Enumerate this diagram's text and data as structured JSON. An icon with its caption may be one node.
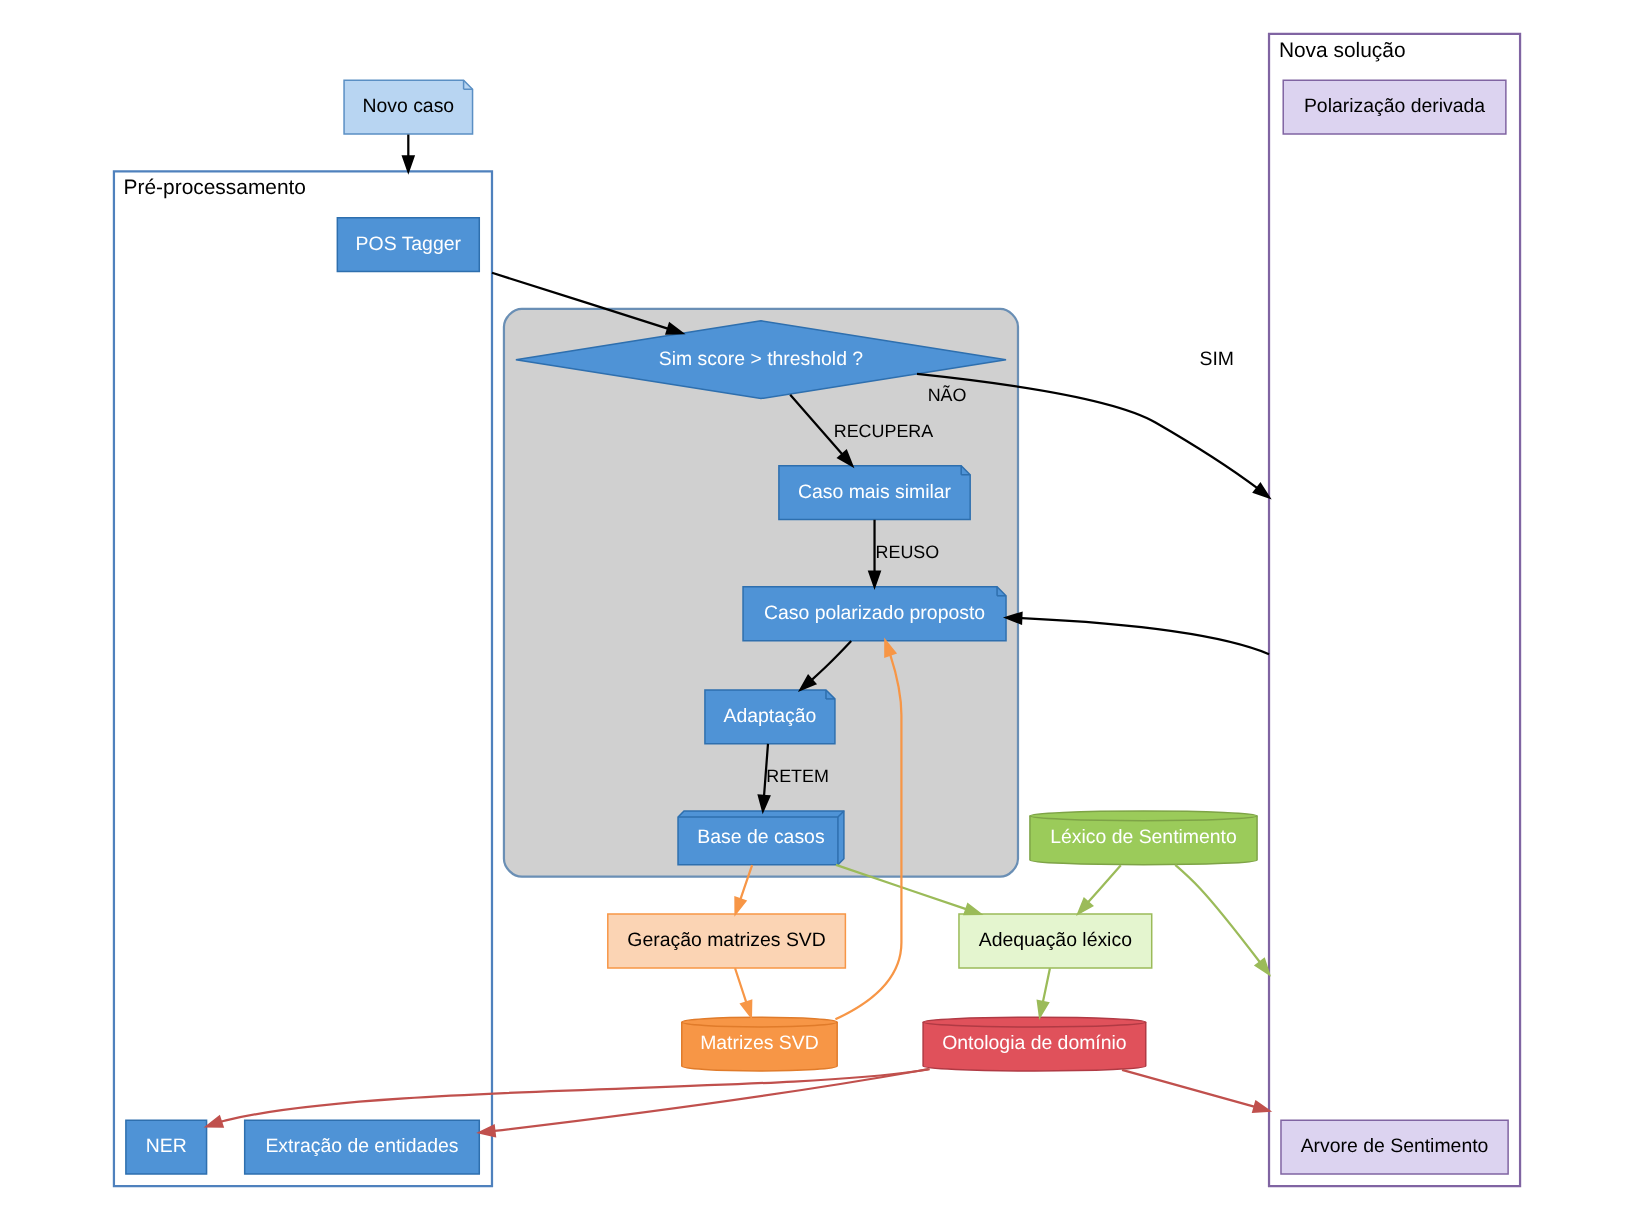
{
  "diagram": {
    "nodes": [
      {
        "text": [
          "Novo caso"
        ]
      },
      {
        "text": [
          "Pré-processamento"
        ]
      },
      {
        "text": [
          "POS Tagger"
        ],
        "in": 1
      },
      {
        "text": [
          "Extração de entidades"
        ],
        "in": 1
      },
      {
        "text": [
          "NER"
        ],
        "in": 1
      },
      {
        "text": [],
        "shape": "cloud"
      },
      {
        "text": [
          "Sim score > threshold ?"
        ],
        "in": 5
      },
      {
        "text": [
          "Ontologia de domínio"
        ]
      },
      {
        "text": [
          "Adequação léxico"
        ]
      },
      {
        "text": [
          "Léxico de Sentimento"
        ]
      },
      {
        "text": [
          "Base de casos"
        ],
        "in": 5
      },
      {
        "text": [
          "Caso mais similar"
        ],
        "in": 5
      },
      {
        "text": [
          "Geração matrizes SVD"
        ]
      },
      {
        "text": [
          "Nova solução"
        ]
      },
      {
        "text": [
          "Arvore de Sentimento"
        ],
        "in": 13
      },
      {
        "text": [
          "Polarização derivada"
        ],
        "in": 13
      },
      {
        "text": [
          "Adaptação"
        ],
        "in": 5
      },
      {
        "text": [
          "Matrizes SVD"
        ]
      },
      {
        "text": [
          "Caso polarizado proposto"
        ],
        "in": 5
      }
    ],
    "edges": [
      {
        "from": 0,
        "to": 1,
        "arrow": "to"
      },
      {
        "from": 1,
        "to": 6,
        "arrow": "to"
      },
      {
        "from": 7,
        "to": 3,
        "arrow": "to",
        "color": "#c0504d"
      },
      {
        "from": 7,
        "to": 4,
        "arrow": "to",
        "color": "#c0504d"
      },
      {
        "from": 6,
        "to": 13,
        "arrow": "to",
        "label": "NÃO"
      },
      {
        "from": 6,
        "to": 11,
        "arrow": "to",
        "label": "RECUPERA"
      },
      {
        "from": 8,
        "to": 7,
        "arrow": "to",
        "color": "#9bbb59"
      },
      {
        "from": 9,
        "to": 8,
        "arrow": "to",
        "color": "#9bbb59"
      },
      {
        "from": 9,
        "to": 13,
        "arrow": "to",
        "color": "#9bbb59"
      },
      {
        "from": 7,
        "to": 13,
        "arrow": "to",
        "color": "#c0504d"
      },
      {
        "from": 10,
        "to": 8,
        "arrow": "to",
        "color": "#9bbb59"
      },
      {
        "from": 10,
        "to": 12,
        "arrow": "to",
        "color": "#f79646"
      },
      {
        "from": 12,
        "to": 17,
        "arrow": "to",
        "color": "#f79646"
      },
      {
        "from": 17,
        "to": 18,
        "arrow": "to",
        "color": "#f79646"
      },
      {
        "from": 13,
        "to": 18,
        "arrow": "to"
      },
      {
        "from": 11,
        "to": 18,
        "arrow": "to",
        "label": "REUSO"
      },
      {
        "from": 18,
        "to": 16,
        "arrow": "to"
      },
      {
        "from": 16,
        "to": 10,
        "arrow": "to",
        "label": "RETEM"
      }
    ],
    "labels": [
      "SIM"
    ]
  }
}
